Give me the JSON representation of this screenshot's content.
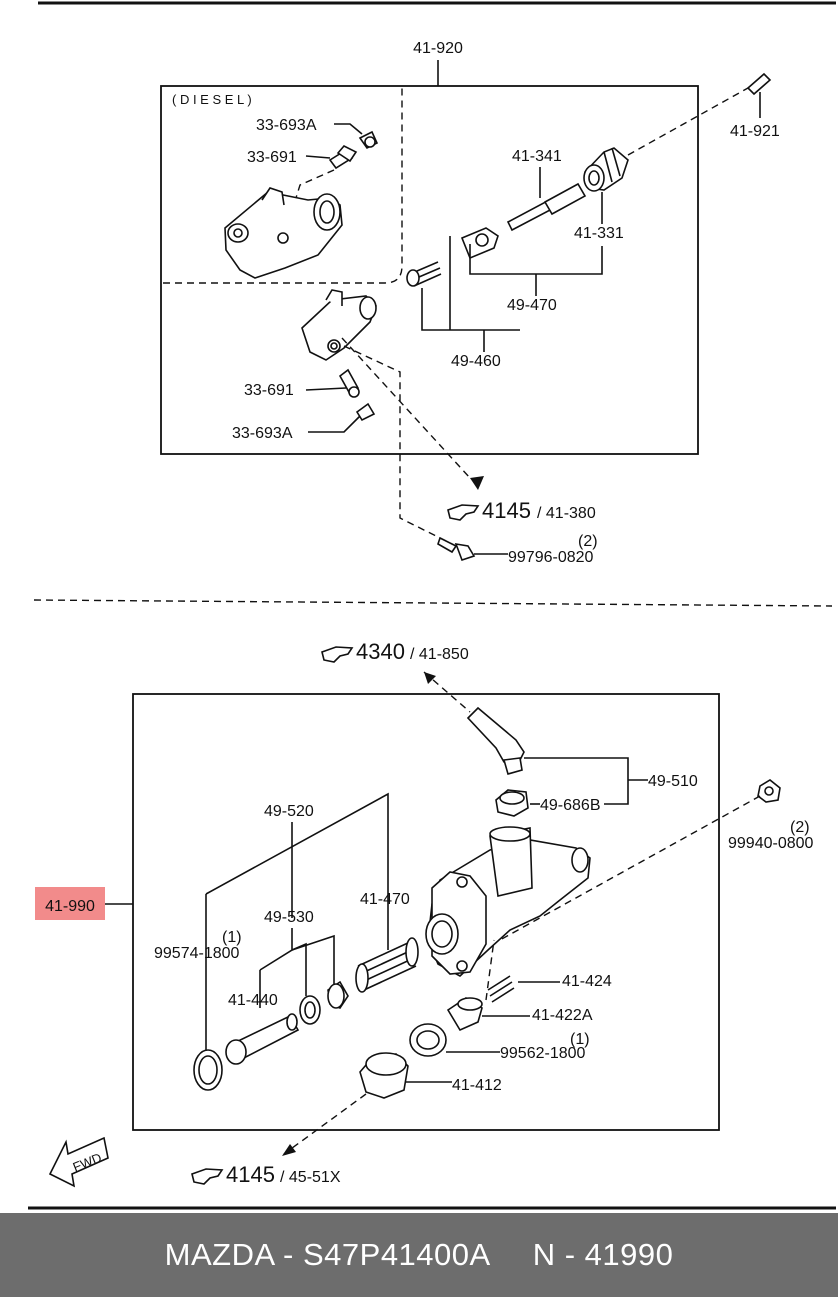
{
  "upper": {
    "assembly_label": "41-920",
    "diesel_label": "( D I E S E L )",
    "labels": {
      "p33_693A_top": "33-693A",
      "p33_691_top": "33-691",
      "p41_341": "41-341",
      "p41_921": "41-921",
      "p41_331": "41-331",
      "p49_470": "49-470",
      "p49_460": "49-460",
      "p33_691_bottom": "33-691",
      "p33_693A_bottom": "33-693A"
    },
    "ref": {
      "code": "4145",
      "sub": "/ 41-380"
    },
    "bolt": {
      "label": "99796-0820",
      "qty": "(2)"
    }
  },
  "lower": {
    "ref_top": {
      "code": "4340",
      "sub": "/ 41-850"
    },
    "labels": {
      "p49_510": "49-510",
      "p49_686B": "49-686B",
      "p99940": "99940-0800",
      "p99940_qty": "(2)",
      "p49_520": "49-520",
      "p49_530": "49-530",
      "p41_470": "41-470",
      "p99574": "99574-1800",
      "p99574_qty": "(1)",
      "p41_440": "41-440",
      "p41_424": "41-424",
      "p41_422A": "41-422A",
      "p99562": "99562-1800",
      "p99562_qty": "(1)",
      "p41_412": "41-412"
    },
    "highlight_label": "41-990",
    "ref_bottom": {
      "code": "4145",
      "sub": "/ 45-51X"
    },
    "fwd": "FWD"
  },
  "footer": {
    "brand_part": "MAZDA - S47P41400A",
    "number": "N - 41990"
  },
  "colors": {
    "highlight": "#f28b8b",
    "footer_bg": "#6d6d6d"
  }
}
